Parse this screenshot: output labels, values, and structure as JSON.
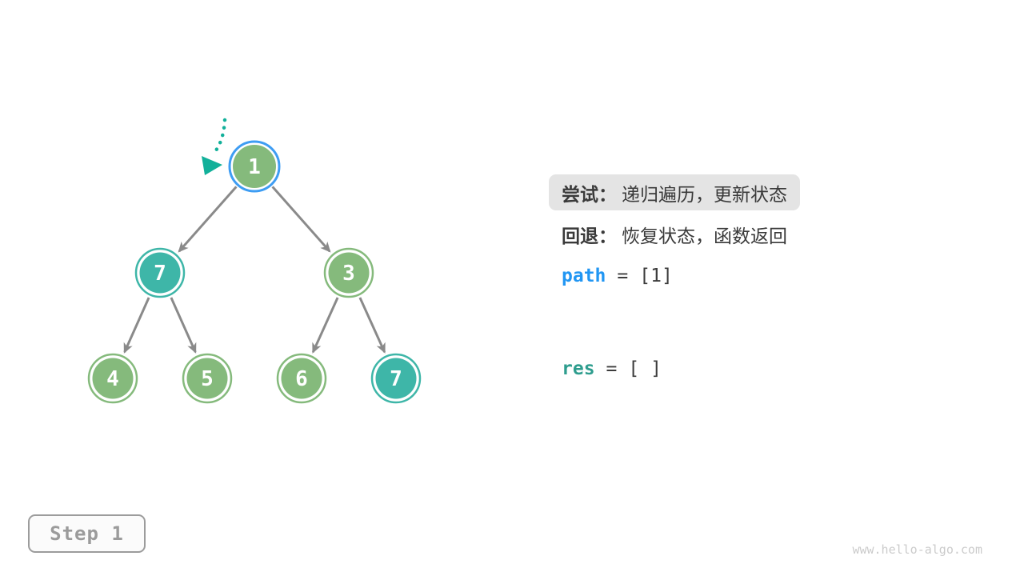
{
  "figure": {
    "description": "Binary tree backtracking step diagram",
    "current_node": "1",
    "tree": {
      "nodes": [
        {
          "label": "1",
          "color": "green",
          "highlighted": true
        },
        {
          "label": "7",
          "color": "teal",
          "highlighted": false
        },
        {
          "label": "3",
          "color": "green",
          "highlighted": false
        },
        {
          "label": "4",
          "color": "green",
          "highlighted": false
        },
        {
          "label": "5",
          "color": "green",
          "highlighted": false
        },
        {
          "label": "6",
          "color": "green",
          "highlighted": false
        },
        {
          "label": "7",
          "color": "teal",
          "highlighted": false
        }
      ],
      "edges": [
        {
          "from": "1",
          "to": "7-left"
        },
        {
          "from": "1",
          "to": "3"
        },
        {
          "from": "7-left",
          "to": "4"
        },
        {
          "from": "7-left",
          "to": "5"
        },
        {
          "from": "3",
          "to": "6"
        },
        {
          "from": "3",
          "to": "7-right"
        }
      ]
    }
  },
  "panel": {
    "try_label": "尝试：",
    "try_text": "递归遍历，更新状态",
    "back_label": "回退：",
    "back_text": "恢复状态，函数返回",
    "path_var": "path",
    "path_eq": "=",
    "path_value": "[1]",
    "res_var": "res",
    "res_eq": "=",
    "res_value": "[ ]"
  },
  "step_badge": {
    "label": "Step 1"
  },
  "watermark": "www.hello-algo.com",
  "colors": {
    "node_green": "#85ba7c",
    "node_teal": "#3eb6a8",
    "highlight_ring_blue": "#3e9df3",
    "edge_gray": "#8a8a8a",
    "pointer_teal": "#12b09a",
    "path_var_blue": "#2196f3",
    "res_var_teal": "#2e9d8e",
    "try_highlight_bg": "#e4e4e4"
  }
}
